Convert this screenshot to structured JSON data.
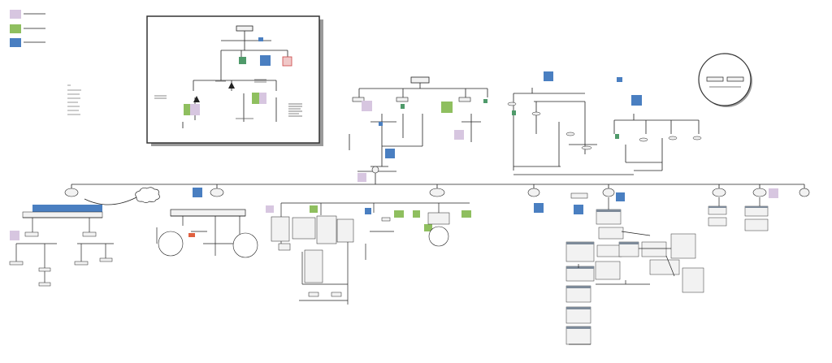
{
  "legend": {
    "items": [
      {
        "color": "#d7c6e0",
        "label": ""
      },
      {
        "color": "#8fbf5f",
        "label": ""
      },
      {
        "color": "#4a7fc1",
        "label": ""
      }
    ]
  },
  "colors": {
    "purple": "#d7c6e0",
    "green": "#8fbf5f",
    "blue": "#4a7fc1",
    "line": "#222222",
    "node_fill": "#f2f2f2",
    "panel_border": "#333333",
    "panel_shadow": "#9a9a9a"
  },
  "icons": [
    "cloud-shape",
    "circle-node",
    "page-thumbnail"
  ]
}
